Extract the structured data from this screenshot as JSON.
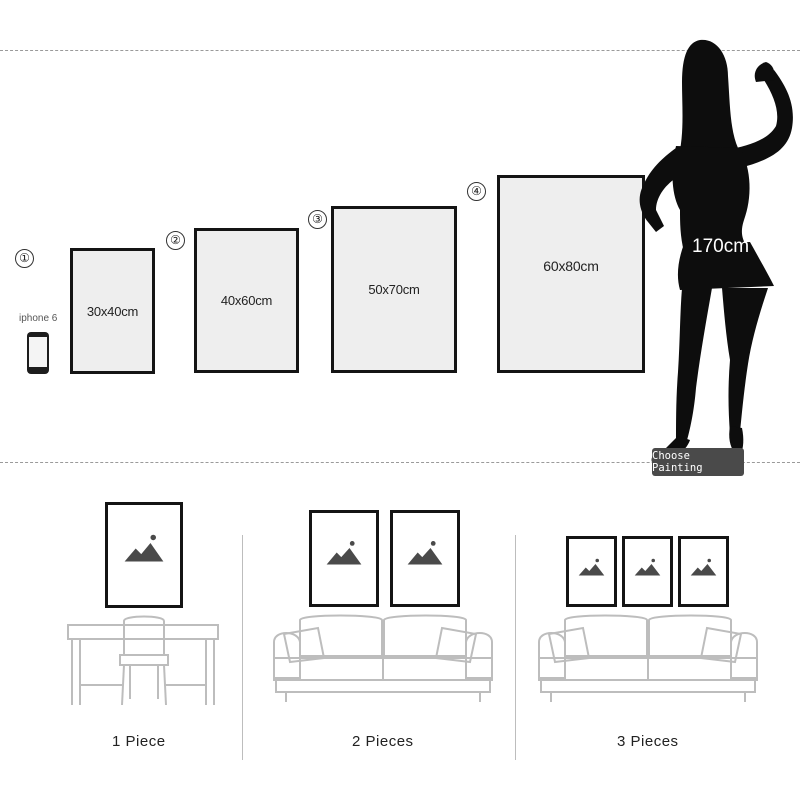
{
  "sizes": [
    {
      "num": "①",
      "label": "30x40cm"
    },
    {
      "num": "②",
      "label": "40x60cm"
    },
    {
      "num": "③",
      "label": "50x70cm"
    },
    {
      "num": "④",
      "label": "60x80cm"
    }
  ],
  "phone": {
    "label": "iphone 6"
  },
  "model": {
    "height": "170cm"
  },
  "choose_button": "Choose Painting",
  "pieces": [
    {
      "label": "1 Piece"
    },
    {
      "label": "2 Pieces"
    },
    {
      "label": "3 Pieces"
    }
  ],
  "colors": {
    "frame": "#141414",
    "canvas": "#eeeeee",
    "silhouette": "#0d0d0d",
    "button": "#4a4a4a",
    "furniture": "#bdbdbd"
  },
  "icons": [
    "landscape-icon",
    "phone-icon",
    "woman-silhouette",
    "desk-illustration",
    "sofa-illustration"
  ]
}
